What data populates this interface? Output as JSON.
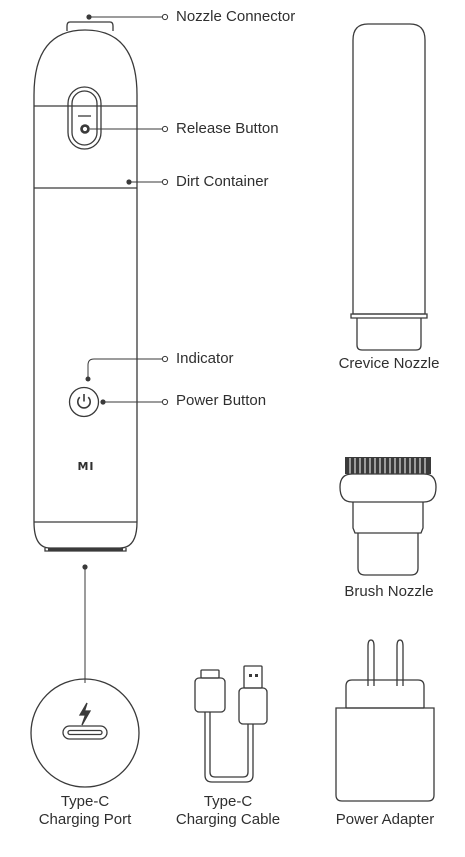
{
  "labels": {
    "nozzle_connector": "Nozzle Connector",
    "release_button": "Release Button",
    "dirt_container": "Dirt Container",
    "indicator": "Indicator",
    "power_button": "Power Button"
  },
  "captions": {
    "crevice_nozzle": "Crevice Nozzle",
    "brush_nozzle": "Brush Nozzle",
    "charging_port_line1": "Type-C",
    "charging_port_line2": "Charging Port",
    "charging_cable_line1": "Type-C",
    "charging_cable_line2": "Charging Cable",
    "power_adapter": "Power Adapter"
  },
  "brand_mark": "MI",
  "colors": {
    "stroke": "#3a3a3a",
    "text": "#2f2f2f"
  },
  "icons": [
    "power-icon",
    "lightning-icon",
    "usb-c-port-icon"
  ]
}
